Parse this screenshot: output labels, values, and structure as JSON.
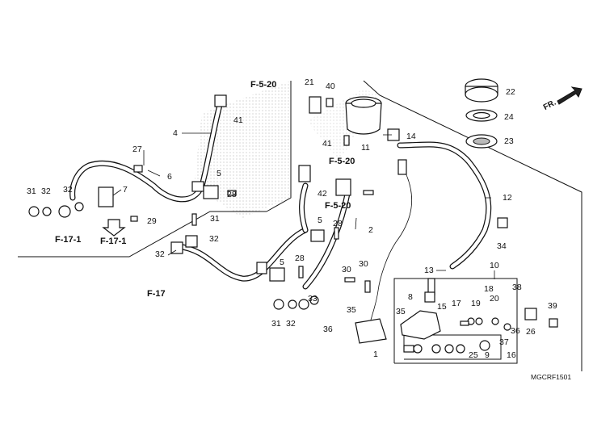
{
  "diagram_code": "MGCRF1501",
  "direction_label": "FR.",
  "part_numbers": [
    "1",
    "2",
    "4",
    "5",
    "5",
    "5",
    "6",
    "7",
    "8",
    "9",
    "10",
    "11",
    "12",
    "13",
    "14",
    "15",
    "16",
    "17",
    "18",
    "19",
    "20",
    "21",
    "22",
    "23",
    "24",
    "25",
    "26",
    "27",
    "28",
    "28",
    "28",
    "29",
    "30",
    "30",
    "31",
    "31",
    "31",
    "32",
    "32",
    "32",
    "32",
    "32",
    "33",
    "34",
    "35",
    "35",
    "36",
    "36",
    "37",
    "38",
    "39",
    "40",
    "41",
    "41",
    "42"
  ],
  "references": [
    "F-5-20",
    "F-5-20",
    "F-5-20",
    "F-17-1",
    "F-17-1",
    "F-17"
  ]
}
